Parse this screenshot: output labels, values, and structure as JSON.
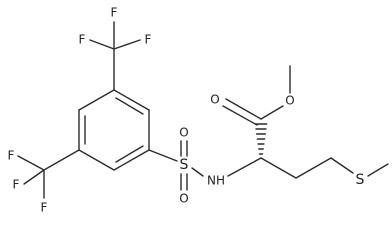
{
  "molecule": {
    "atom_labels": {
      "F": "F",
      "O": "O",
      "S": "S",
      "N": "NH"
    },
    "colors": {
      "bond": "#2b2b2b",
      "text": "#222222",
      "background": "#ffffff"
    }
  }
}
